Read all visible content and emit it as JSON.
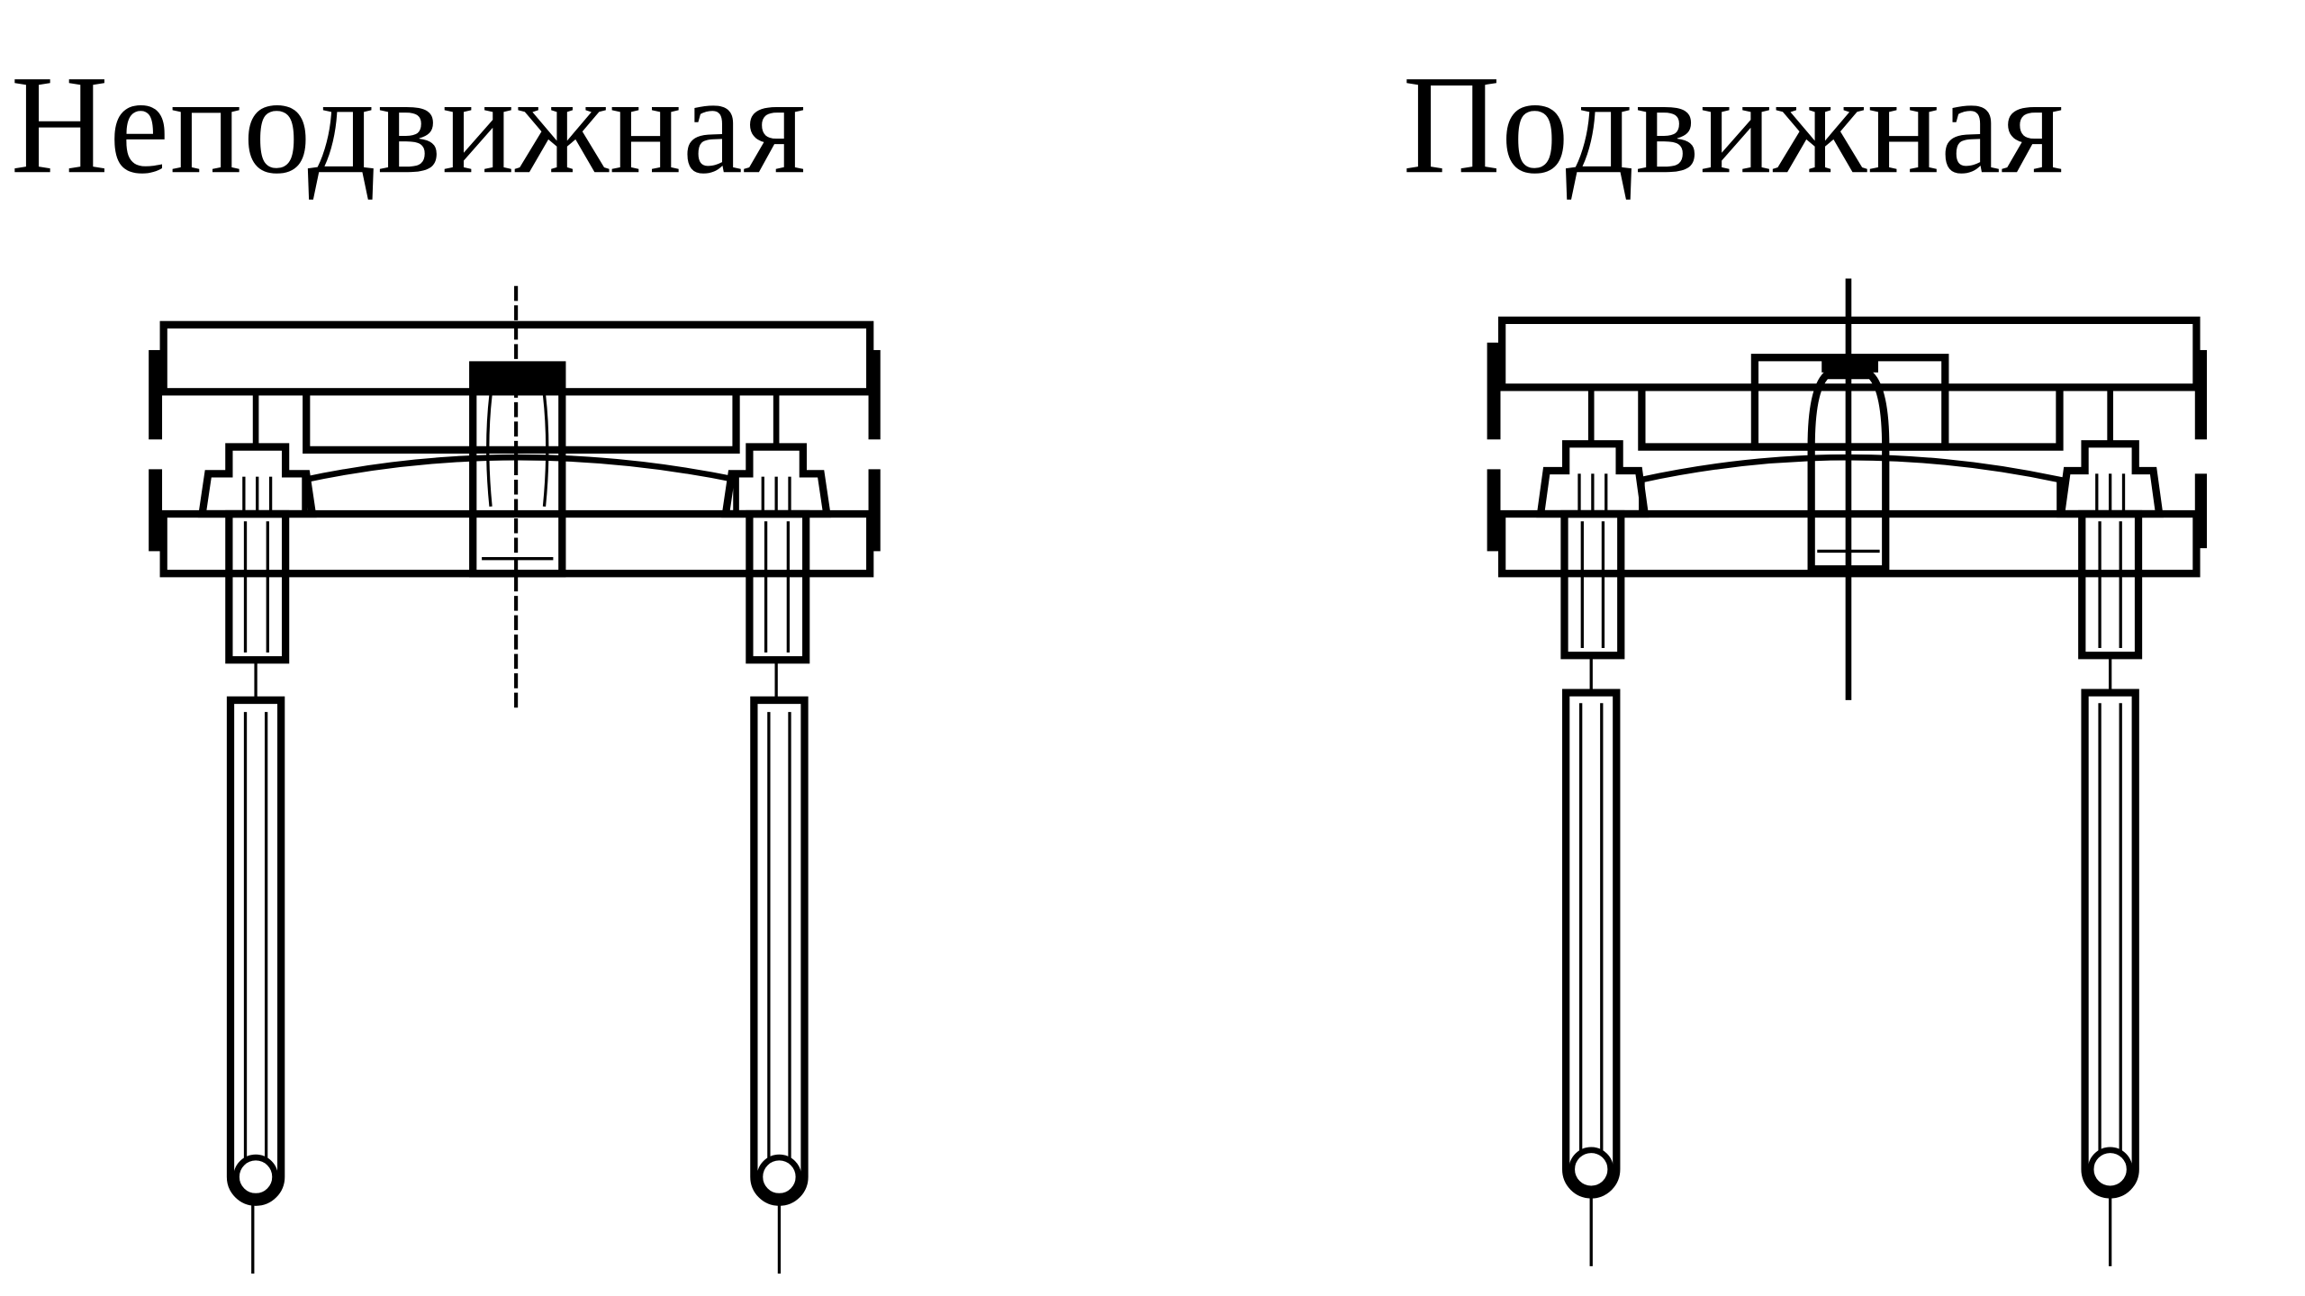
{
  "figure": {
    "panels": [
      {
        "id": "fixed",
        "title": "Неподвижная",
        "description": "Fixed hanger/support assembly: upper beam with central lug, lower plate, spring-plate, two nutted tie rods with eyelet ends"
      },
      {
        "id": "movable",
        "title": "Подвижная",
        "description": "Movable hanger/support assembly: upper beam with central housing block, lower plate, spring-plate, two nutted tie rods with eyelet ends"
      }
    ],
    "colors": {
      "line": "#000000",
      "background": "#ffffff"
    }
  }
}
